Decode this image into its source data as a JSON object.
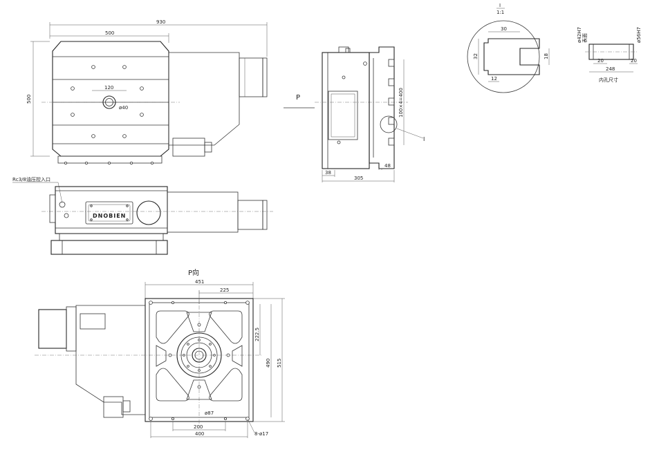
{
  "top_view": {
    "dim_overall_width": "930",
    "dim_table_width": "500",
    "dim_height": "500",
    "dim_slot": "120",
    "dim_center_hole": "ø40"
  },
  "front_view": {
    "oil_inlet_label": "Rc3/8油压控入口",
    "brand_plate": "DNOBIEN"
  },
  "side_view": {
    "view_label": "P",
    "dim_slots": "100×4=400",
    "dim_left": "38",
    "dim_total": "305",
    "dim_right": "48",
    "detail_callout": "I"
  },
  "detail_view": {
    "title": "I",
    "scale": "1:1",
    "dim_width": "30",
    "dim_height": "32",
    "dim_neck": "12",
    "dim_right": "18"
  },
  "pin_view": {
    "dim_d1": "ø42H7",
    "note_d1": "表面",
    "dim_d2": "ø56H7",
    "dim_a": "20",
    "dim_b": "20",
    "dim_total": "248",
    "caption": "内孔尺寸"
  },
  "p_view": {
    "title": "P向",
    "dim_half_width": "451",
    "dim_225": "225",
    "dim_222": "222.5",
    "dim_490": "490",
    "dim_515": "515",
    "dim_hole": "ø87",
    "dim_200": "200",
    "dim_400": "400",
    "dim_holes": "8-ø17"
  }
}
